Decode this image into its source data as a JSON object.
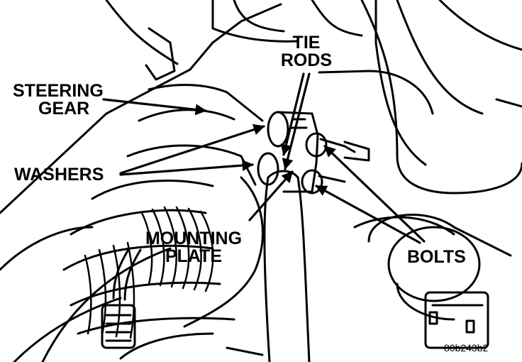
{
  "labels": {
    "tie_rods_line1": "TIE",
    "tie_rods_line2": "RODS",
    "steering_gear_line1": "STEERING",
    "steering_gear_line2": "GEAR",
    "washers": "WASHERS",
    "mounting_plate_line1": "MOUNTING",
    "mounting_plate_line2": "PLATE",
    "bolts": "BOLTS"
  },
  "figure_code": "80b243b2",
  "colors": {
    "ink": "#000000",
    "paper": "#ffffff"
  }
}
